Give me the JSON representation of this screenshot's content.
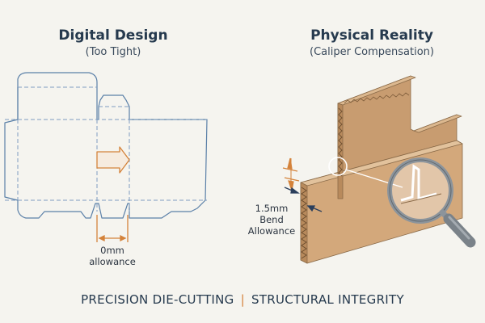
{
  "left_panel": {
    "title": "Digital Design",
    "subtitle": "(Too Tight)",
    "dimension_value": "0mm",
    "dimension_unit": "allowance"
  },
  "right_panel": {
    "title": "Physical Reality",
    "subtitle": "(Caliper Compensation)",
    "callout_line1": "1.5mm",
    "callout_line2": "Bend",
    "callout_line3": "Allowance",
    "magnifier_icon": "magnifier-icon"
  },
  "footer": {
    "left_text": "PRECISION DIE-CUTTING",
    "separator": "|",
    "right_text": "STRUCTURAL INTEGRITY"
  },
  "colors": {
    "dieline": "#5b80a8",
    "fold": "#7e9cc0",
    "accent": "#d4823a",
    "cardboard": "#cfa57a",
    "cardboard_dark": "#b88a5c",
    "text": "#263a4e"
  }
}
